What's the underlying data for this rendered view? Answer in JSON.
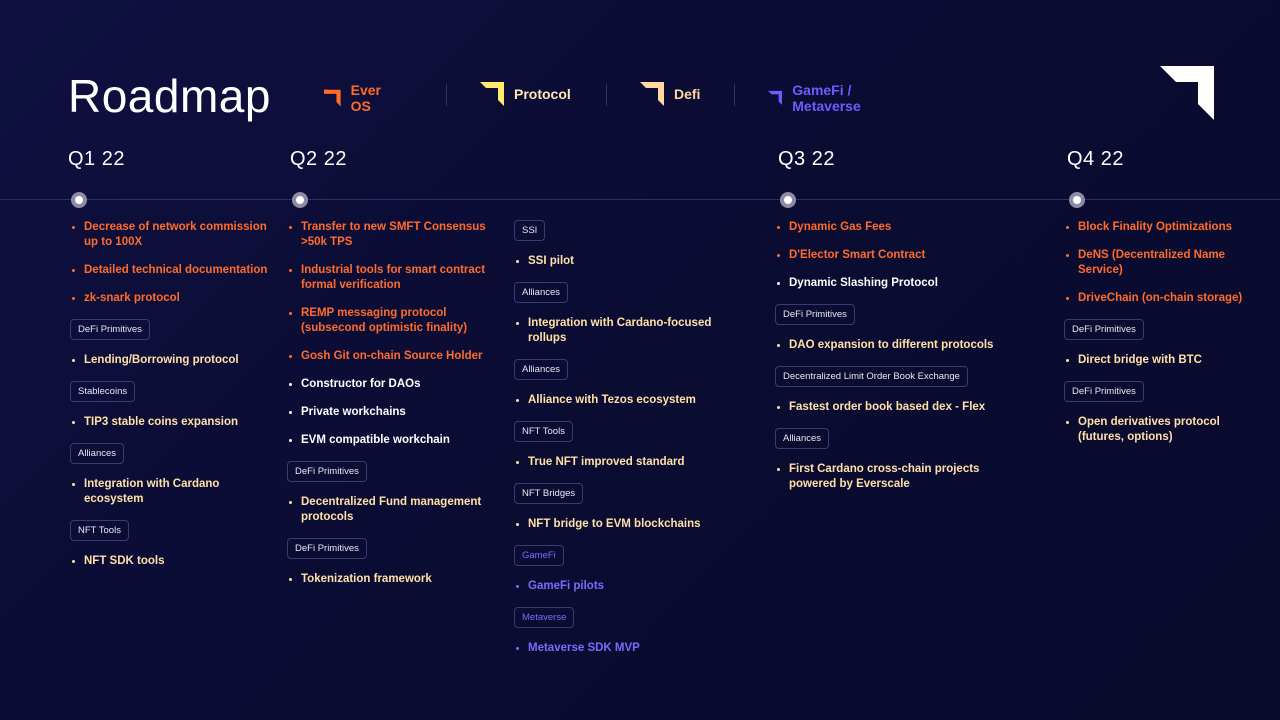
{
  "title": "Roadmap",
  "legend": [
    {
      "label": "Ever OS",
      "color": "#ff6b2a",
      "icon": "ever-os-arrow-icon"
    },
    {
      "label": "Protocol",
      "color": "#ffe96b",
      "icon": "protocol-arrow-icon"
    },
    {
      "label": "Defi",
      "color": "#ffd9a0",
      "icon": "defi-arrow-icon"
    },
    {
      "label": "GameFi / Metaverse",
      "color": "#6f5bff",
      "icon": "gamefi-arrow-icon"
    }
  ],
  "quarters": [
    "Q1 22",
    "Q2 22",
    "Q3 22",
    "Q4 22"
  ],
  "colors": {
    "orange": "#ff6b2a",
    "yellow": "#ffe0a6",
    "white": "#ffffff",
    "purple": "#7a6bff"
  },
  "columns": {
    "q1": [
      {
        "type": "item",
        "color": "orange",
        "text": "Decrease of network commission up to 100X"
      },
      {
        "type": "item",
        "color": "orange",
        "text": "Detailed technical documentation"
      },
      {
        "type": "item",
        "color": "orange",
        "text": "zk-snark protocol"
      },
      {
        "type": "tag",
        "text": "DeFi Primitives"
      },
      {
        "type": "item",
        "color": "yellow",
        "text": "Lending/Borrowing protocol"
      },
      {
        "type": "tag",
        "text": "Stablecoins"
      },
      {
        "type": "item",
        "color": "yellow",
        "text": "TIP3 stable coins expansion"
      },
      {
        "type": "tag",
        "text": "Alliances"
      },
      {
        "type": "item",
        "color": "yellow",
        "text": "Integration with Cardano ecosystem"
      },
      {
        "type": "tag",
        "text": "NFT Tools"
      },
      {
        "type": "item",
        "color": "yellow",
        "text": "NFT SDK tools"
      }
    ],
    "q2a": [
      {
        "type": "item",
        "color": "orange",
        "text": "Transfer to new SMFT Consensus >50k TPS"
      },
      {
        "type": "item",
        "color": "orange",
        "text": "Industrial tools for smart contract formal verification"
      },
      {
        "type": "item",
        "color": "orange",
        "text": "REMP messaging protocol (subsecond optimistic finality)"
      },
      {
        "type": "item",
        "color": "orange",
        "text": "Gosh Git on-chain Source Holder"
      },
      {
        "type": "item",
        "color": "white",
        "text": "Constructor for DAOs"
      },
      {
        "type": "item",
        "color": "white",
        "text": "Private workchains"
      },
      {
        "type": "item",
        "color": "white",
        "text": "EVM compatible workchain"
      },
      {
        "type": "tag",
        "text": "DeFi Primitives"
      },
      {
        "type": "item",
        "color": "yellow",
        "text": "Decentralized Fund management protocols"
      },
      {
        "type": "tag",
        "text": "DeFi Primitives"
      },
      {
        "type": "item",
        "color": "yellow",
        "text": "Tokenization framework"
      }
    ],
    "q2b": [
      {
        "type": "tag",
        "text": "SSI"
      },
      {
        "type": "item",
        "color": "yellow",
        "text": "SSI pilot"
      },
      {
        "type": "tag",
        "text": "Alliances"
      },
      {
        "type": "item",
        "color": "yellow",
        "text": "Integration with Cardano-focused rollups"
      },
      {
        "type": "tag",
        "text": "Alliances"
      },
      {
        "type": "item",
        "color": "yellow",
        "text": "Alliance with Tezos ecosystem"
      },
      {
        "type": "tag",
        "text": "NFT Tools"
      },
      {
        "type": "item",
        "color": "yellow",
        "text": "True NFT improved standard"
      },
      {
        "type": "tag",
        "text": "NFT Bridges"
      },
      {
        "type": "item",
        "color": "yellow",
        "text": "NFT bridge to EVM blockchains"
      },
      {
        "type": "tag",
        "text": "GameFi",
        "purple": true
      },
      {
        "type": "item",
        "color": "purple",
        "text": "GameFi pilots"
      },
      {
        "type": "tag",
        "text": "Metaverse",
        "purple": true
      },
      {
        "type": "item",
        "color": "purple",
        "text": "Metaverse SDK MVP"
      }
    ],
    "q3": [
      {
        "type": "item",
        "color": "orange",
        "text": "Dynamic Gas Fees"
      },
      {
        "type": "item",
        "color": "orange",
        "text": "D'Elector Smart Contract"
      },
      {
        "type": "item",
        "color": "white",
        "text": "Dynamic Slashing Protocol"
      },
      {
        "type": "tag",
        "text": "DeFi Primitives"
      },
      {
        "type": "item",
        "color": "yellow",
        "text": "DAO expansion to different protocols"
      },
      {
        "type": "tag",
        "text": "Decentralized Limit Order Book Exchange"
      },
      {
        "type": "item",
        "color": "yellow",
        "text": "Fastest order book based dex - Flex"
      },
      {
        "type": "tag",
        "text": "Alliances"
      },
      {
        "type": "item",
        "color": "yellow",
        "text": "First Cardano cross-chain projects powered by Everscale"
      }
    ],
    "q4": [
      {
        "type": "item",
        "color": "orange",
        "text": "Block Finality Optimizations"
      },
      {
        "type": "item",
        "color": "orange",
        "text": "DeNS (Decentralized Name Service)"
      },
      {
        "type": "item",
        "color": "orange",
        "text": "DriveChain (on-chain storage)"
      },
      {
        "type": "tag",
        "text": "DeFi Primitives"
      },
      {
        "type": "item",
        "color": "yellow",
        "text": "Direct bridge with BTC"
      },
      {
        "type": "tag",
        "text": "DeFi Primitives"
      },
      {
        "type": "item",
        "color": "yellow",
        "text": "Open derivatives protocol (futures, options)"
      }
    ]
  }
}
